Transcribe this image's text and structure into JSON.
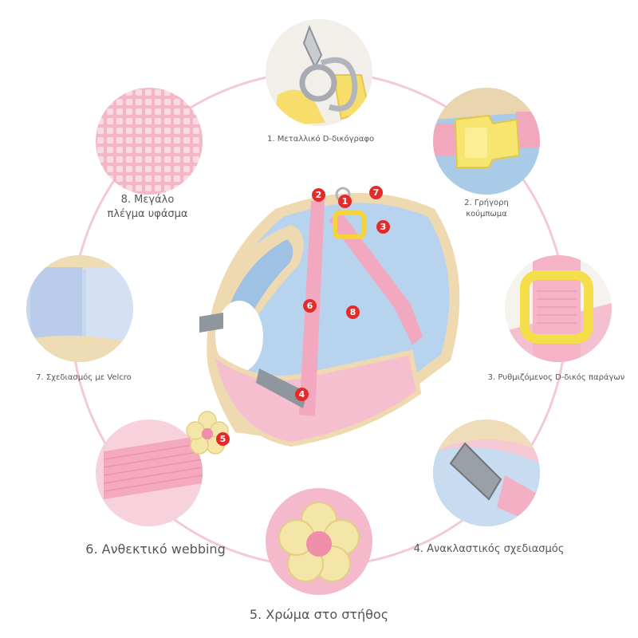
{
  "features": [
    {
      "label": "1. Μεταλλικό D-δικόγραφο",
      "icon": "metal-d-ring-clip-photo"
    },
    {
      "label": "2. Γρήγορη\nκούμπωμα",
      "icon": "quick-buckle-photo"
    },
    {
      "label": "3. Ρυθμιζόμενος D-δικός παράγων",
      "icon": "adjustable-d-ring-photo"
    },
    {
      "label": "4. Ανακλαστικός σχεδιασμός",
      "icon": "reflective-strip-photo"
    },
    {
      "label": "5. Χρώμα στο στήθος",
      "icon": "flower-decoration-photo"
    },
    {
      "label": "6. Ανθεκτικό webbing",
      "icon": "pink-webbing-photo"
    },
    {
      "label": "7. Σχεδιασμός με Velcro",
      "icon": "velcro-photo"
    },
    {
      "label": "8. Μεγάλο\nπλέγμα υφάσμα",
      "icon": "mesh-fabric-photo"
    }
  ],
  "badges": [
    "1",
    "2",
    "3",
    "4",
    "5",
    "6",
    "7",
    "8"
  ],
  "colors": {
    "pink": "#f5b6c9",
    "blue": "#b7d3ee",
    "beige": "#efd9b0",
    "yellow": "#f7e27a",
    "ring": "#f3c9d6",
    "badge": "#e32b2b"
  }
}
